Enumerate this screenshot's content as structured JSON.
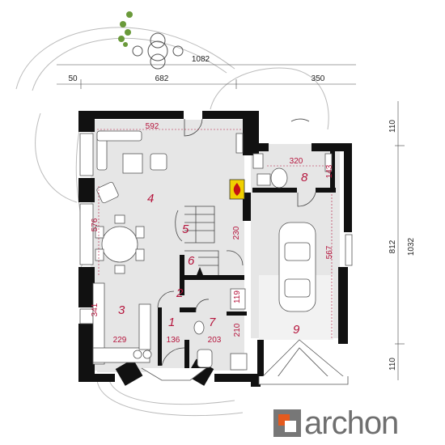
{
  "dimensions": {
    "top_total": "1082",
    "top_left": "50",
    "top_mid": "682",
    "top_right": "350",
    "right_top": "110",
    "right_mid": "812",
    "right_total": "1032",
    "right_bottom": "110",
    "living_width": "592",
    "living_depth": "576",
    "kitchen_depth": "341",
    "kitchen_width": "229",
    "hall_width": "136",
    "bath_width": "203",
    "bath_depth1": "119",
    "bath_depth2": "210",
    "stair_depth": "230",
    "room8_width": "320",
    "room8_depth": "143",
    "garage_depth": "567"
  },
  "rooms": {
    "r1": "1",
    "r2": "2",
    "r3": "3",
    "r4": "4",
    "r5": "5",
    "r6": "6",
    "r7": "7",
    "r8": "8",
    "r9": "9"
  },
  "logo": {
    "text": "archon"
  },
  "colors": {
    "wall": "#111111",
    "floor": "#e6e6e6",
    "label": "#b5143c",
    "logo_accent": "#e45a1e"
  }
}
